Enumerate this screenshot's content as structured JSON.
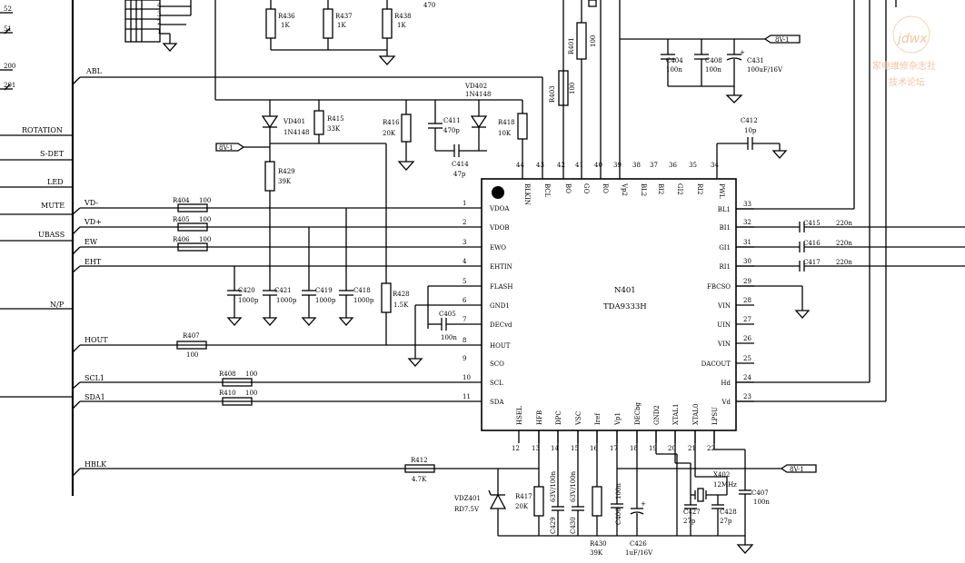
{
  "signals_left": [
    "ROTATION",
    "S-DET",
    "LED",
    "MUTE",
    "UBASS",
    "N/P",
    "ABL"
  ],
  "top_left_marks": [
    "52",
    "51",
    "200",
    "201"
  ],
  "connector_pins": [
    "4",
    "3",
    "2",
    "1"
  ],
  "chip": {
    "ref": "N401",
    "part": "TDA9333H",
    "left_pins": [
      {
        "num": "1",
        "name": "VDOA"
      },
      {
        "num": "2",
        "name": "VDOB"
      },
      {
        "num": "3",
        "name": "EWO"
      },
      {
        "num": "4",
        "name": "EHTIN"
      },
      {
        "num": "5",
        "name": "FLASH"
      },
      {
        "num": "6",
        "name": "GND1"
      },
      {
        "num": "7",
        "name": "DECvd"
      },
      {
        "num": "8",
        "name": "HOUT"
      },
      {
        "num": "9",
        "name": "SCO"
      },
      {
        "num": "10",
        "name": "SCL"
      },
      {
        "num": "11",
        "name": "SDA"
      }
    ],
    "right_pins": [
      {
        "num": "33",
        "name": "BL1"
      },
      {
        "num": "32",
        "name": "BI1"
      },
      {
        "num": "31",
        "name": "GI1"
      },
      {
        "num": "30",
        "name": "RI1"
      },
      {
        "num": "29",
        "name": "FBCSO"
      },
      {
        "num": "28",
        "name": "VIN"
      },
      {
        "num": "27",
        "name": "UIN"
      },
      {
        "num": "26",
        "name": "VIN"
      },
      {
        "num": "25",
        "name": "DACOUT"
      },
      {
        "num": "24",
        "name": "Hd"
      },
      {
        "num": "23",
        "name": "Vd"
      }
    ],
    "top_pins": [
      {
        "num": "44",
        "name": "BLKIN"
      },
      {
        "num": "43",
        "name": "BCL"
      },
      {
        "num": "42",
        "name": "BO"
      },
      {
        "num": "41",
        "name": "GO"
      },
      {
        "num": "40",
        "name": "RO"
      },
      {
        "num": "39",
        "name": "Vp2"
      },
      {
        "num": "38",
        "name": "BL2"
      },
      {
        "num": "37",
        "name": "BI2"
      },
      {
        "num": "36",
        "name": "GI2"
      },
      {
        "num": "35",
        "name": "RI2"
      },
      {
        "num": "34",
        "name": "PWL"
      }
    ],
    "bottom_pins": [
      {
        "num": "12",
        "name": "HSEL"
      },
      {
        "num": "13",
        "name": "HFB"
      },
      {
        "num": "14",
        "name": "DPC"
      },
      {
        "num": "15",
        "name": "VSC"
      },
      {
        "num": "16",
        "name": "Iref"
      },
      {
        "num": "17",
        "name": "Vp1"
      },
      {
        "num": "18",
        "name": "DECbg"
      },
      {
        "num": "19",
        "name": "GND2"
      },
      {
        "num": "20",
        "name": "XTAL1"
      },
      {
        "num": "21",
        "name": "XTAL0"
      },
      {
        "num": "22",
        "name": "LPSU"
      }
    ]
  },
  "nets": {
    "vd_minus": "VD-",
    "vd_plus": "VD+",
    "ew": "EW",
    "eht": "EHT",
    "hout": "HOUT",
    "scl1": "SCL1",
    "sda1": "SDA1",
    "hblk": "HBLK"
  },
  "supply": {
    "label": "8V-1"
  },
  "components": {
    "R436": {
      "ref": "R436",
      "val": "1K"
    },
    "R437": {
      "ref": "R437",
      "val": "1K"
    },
    "R438": {
      "ref": "R438",
      "val": "1K"
    },
    "top470": "470",
    "VD401": {
      "ref": "VD401",
      "val": "1N4148"
    },
    "R415": {
      "ref": "R415",
      "val": "33K"
    },
    "R416": {
      "ref": "R416",
      "val": "20K"
    },
    "C411": {
      "ref": "C411",
      "val": "470p"
    },
    "VD402": {
      "ref": "VD402",
      "val": "1N4148"
    },
    "R418": {
      "ref": "R418",
      "val": "10K"
    },
    "C414": {
      "ref": "C414",
      "val": "47p"
    },
    "R429": {
      "ref": "R429",
      "val": "39K"
    },
    "R401": {
      "ref": "R401",
      "val": "100"
    },
    "R403": {
      "ref": "R403",
      "val": "100"
    },
    "C404": {
      "ref": "C404",
      "val": "100n"
    },
    "C408": {
      "ref": "C408",
      "val": "100n"
    },
    "C431": {
      "ref": "C431",
      "val": "100uF/16V"
    },
    "C412": {
      "ref": "C412",
      "val": "10p"
    },
    "R404": {
      "ref": "R404",
      "val": "100"
    },
    "R405": {
      "ref": "R405",
      "val": "100"
    },
    "R406": {
      "ref": "R406",
      "val": "100"
    },
    "C420": {
      "ref": "C420",
      "val": "1000p"
    },
    "C421": {
      "ref": "C421",
      "val": "1000p"
    },
    "C419": {
      "ref": "C419",
      "val": "1000p"
    },
    "C418": {
      "ref": "C418",
      "val": "1000p"
    },
    "R428": {
      "ref": "R428",
      "val": "1.5K"
    },
    "C405": {
      "ref": "C405",
      "val": "100n"
    },
    "R407": {
      "ref": "R407",
      "val": "100"
    },
    "R408": {
      "ref": "R408",
      "val": "100"
    },
    "R410": {
      "ref": "R410",
      "val": "100"
    },
    "C415": {
      "ref": "C415",
      "val": "220n"
    },
    "C416": {
      "ref": "C416",
      "val": "220n"
    },
    "C417": {
      "ref": "C417",
      "val": "220n"
    },
    "R412": {
      "ref": "R412",
      "val": "4.7K"
    },
    "VDZ401": {
      "ref": "VDZ401",
      "val": "RD7.5V"
    },
    "R417": {
      "ref": "R417",
      "val": "20K"
    },
    "C429": {
      "ref": "C429",
      "val": "63V/100n"
    },
    "C430": {
      "ref": "C430",
      "val": "63V/100n"
    },
    "R430": {
      "ref": "R430",
      "val": "39K"
    },
    "C406": {
      "ref": "C406",
      "val": "100n"
    },
    "C426": {
      "ref": "C426",
      "val": "1uF/16V"
    },
    "X402": {
      "ref": "X402",
      "val": "12MHz"
    },
    "C427": {
      "ref": "C427",
      "val": "27p"
    },
    "C428": {
      "ref": "C428",
      "val": "27p"
    },
    "C407": {
      "ref": "C407",
      "val": "100n"
    }
  },
  "watermark": {
    "logo": "jdwx",
    "line1": "家电维修杂志社",
    "line2": "技术论坛"
  }
}
